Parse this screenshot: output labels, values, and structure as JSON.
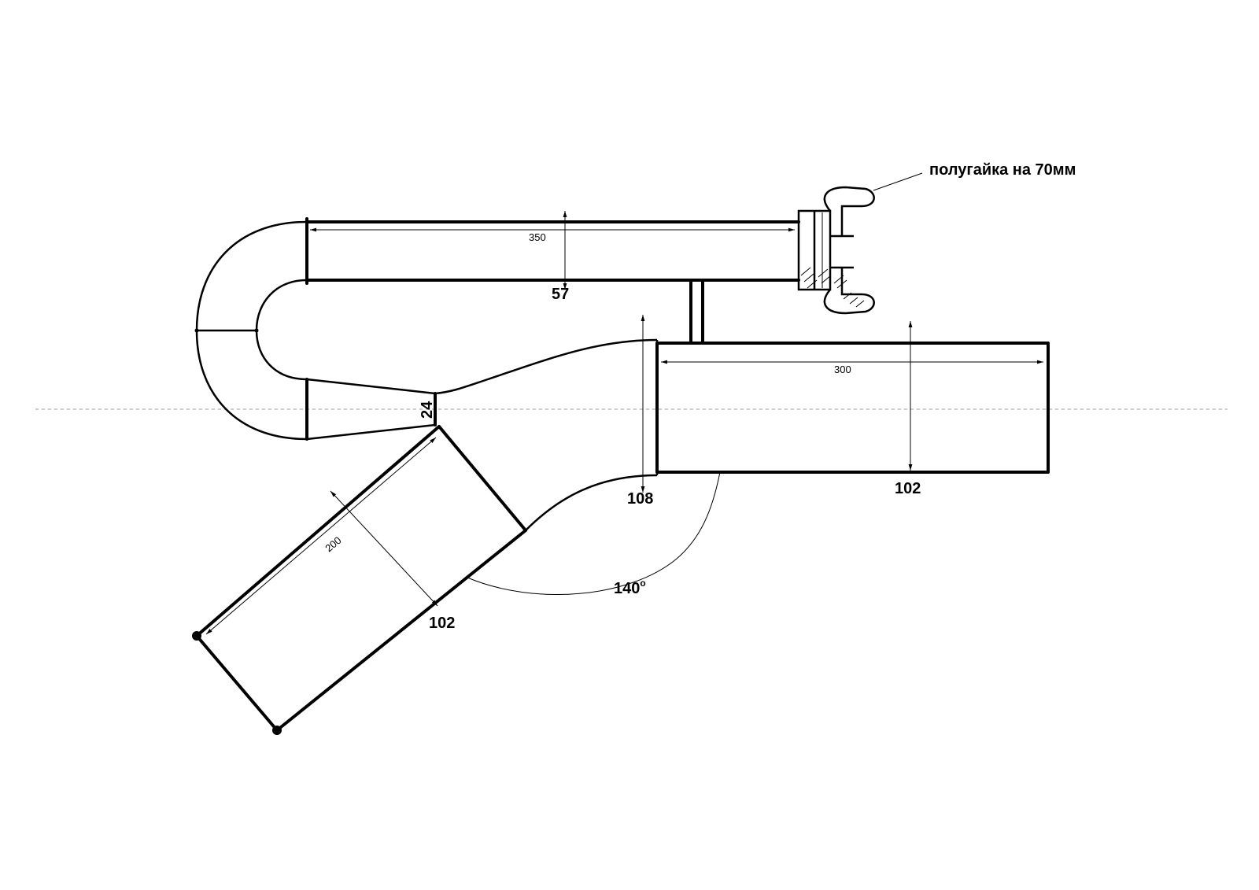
{
  "annotation": {
    "text": "полугайка на 70мм"
  },
  "dimensions": {
    "d_350": "350",
    "d_57": "57",
    "d_300": "300",
    "d_102_main": "102",
    "d_108": "108",
    "d_24": "24",
    "d_200": "200",
    "d_102_branch": "102",
    "angle": "140",
    "angle_unit": "o"
  },
  "colors": {
    "line": "#000000",
    "background": "#ffffff",
    "centerline": "#999999"
  }
}
